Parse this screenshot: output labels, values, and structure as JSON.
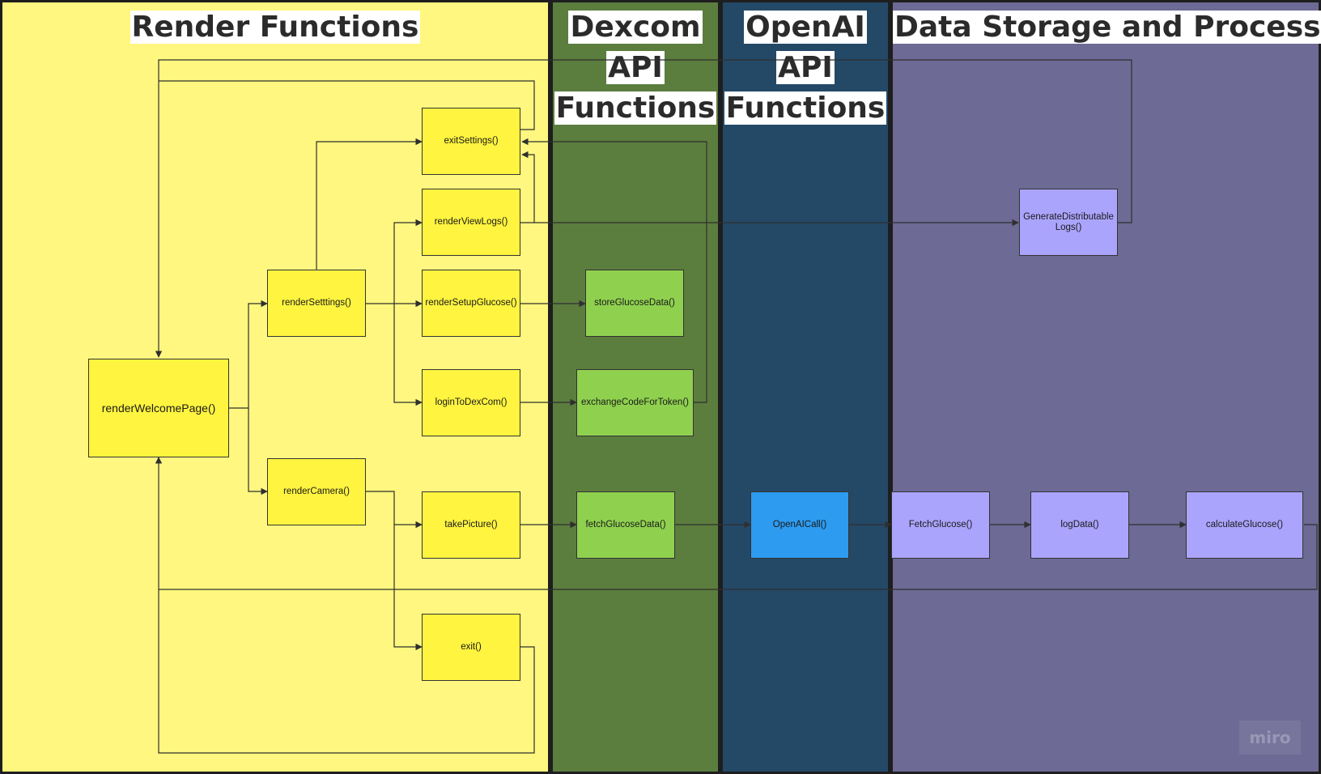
{
  "lanes": {
    "render": {
      "title": "Render Functions",
      "color": "#fff77f"
    },
    "dexcom": {
      "title": "Dexcom API Functions",
      "color": "#5b7d3e"
    },
    "openai": {
      "title": "OpenAI API Functions",
      "color": "#244967"
    },
    "storage": {
      "title": "Data Storage and Processing",
      "color": "#6d6a95"
    }
  },
  "nodes": {
    "renderWelcomePage": "renderWelcomePage()",
    "renderSettings": "renderSetttings()",
    "renderCamera": "renderCamera()",
    "exitSettings": "exitSettings()",
    "renderViewLogs": "renderViewLogs()",
    "renderSetupGlucose": "renderSetupGlucose()",
    "loginToDexCom": "loginToDexCom()",
    "takePicture": "takePicture()",
    "exit": "exit()",
    "storeGlucoseData": "storeGlucoseData()",
    "exchangeCodeForToken": "exchangeCodeForToken()",
    "fetchGlucoseData": "fetchGlucoseData()",
    "openAICall": "OpenAICall()",
    "generateDistributableLogs": "GenerateDistributable Logs()",
    "fetchGlucose": "FetchGlucose()",
    "logData": "logData()",
    "calculateGlucose": "calculateGlucose()"
  },
  "colors": {
    "render_node": "#fff43f",
    "dexcom_node": "#8fd14f",
    "openai_node": "#2d9bf0",
    "storage_node": "#aba4fd",
    "connector": "#2f2f2f"
  },
  "watermark": "miro"
}
